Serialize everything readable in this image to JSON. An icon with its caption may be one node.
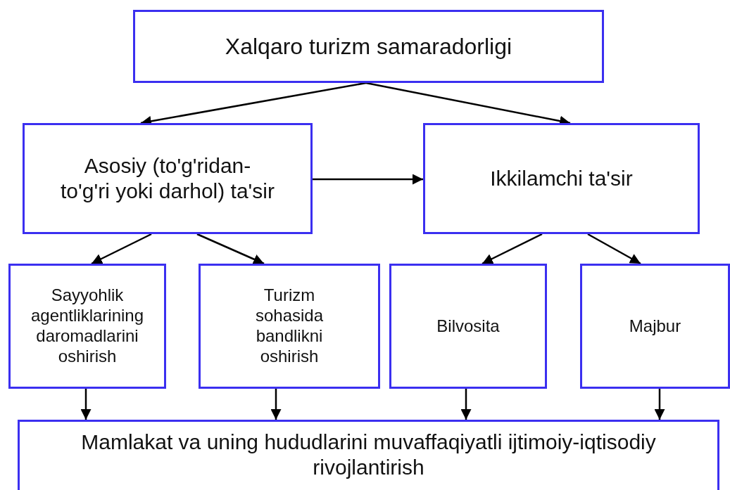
{
  "diagram": {
    "nodes": [
      {
        "text": [
          "Xalqaro turizm samaradorligi"
        ]
      },
      {
        "text": [
          "Asosiy (to'g'ridan-to'g'ri yoki darhol) ta'sir"
        ]
      },
      {
        "text": [
          "Ikkilamchi ta'sir"
        ]
      },
      {
        "text": [
          "Sayyohlik agentliklarining daromadlarini oshirish"
        ]
      },
      {
        "text": [
          "Turizm sohasida bandlikni oshirish"
        ]
      },
      {
        "text": [
          "Bilvosita"
        ]
      },
      {
        "text": [
          "Majbur"
        ]
      },
      {
        "text": [
          "Mamlakat va uning hududlarini muvaffaqiyatli ijtimoiy-iqtisodiy rivojlantirish"
        ]
      }
    ],
    "edges": [
      {
        "from": 0,
        "to": 1,
        "arrow": "to"
      },
      {
        "from": 0,
        "to": 2,
        "arrow": "to"
      },
      {
        "from": 1,
        "to": 2,
        "arrow": "to"
      },
      {
        "from": 1,
        "to": 3,
        "arrow": "to"
      },
      {
        "from": 1,
        "to": 4,
        "arrow": "to"
      },
      {
        "from": 2,
        "to": 5,
        "arrow": "to"
      },
      {
        "from": 2,
        "to": 6,
        "arrow": "to"
      },
      {
        "from": 3,
        "to": 7,
        "arrow": "to"
      },
      {
        "from": 4,
        "to": 7,
        "arrow": "to"
      },
      {
        "from": 5,
        "to": 7,
        "arrow": "to"
      },
      {
        "from": 6,
        "to": 7,
        "arrow": "to"
      }
    ]
  }
}
